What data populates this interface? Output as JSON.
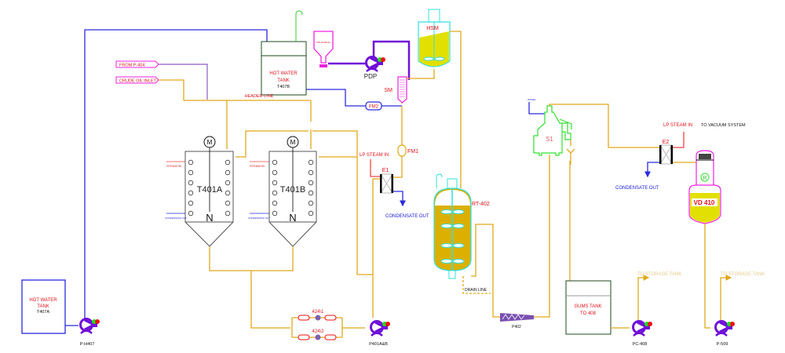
{
  "labels": {
    "hot_water_tank_b": {
      "line1": "HOT WATER",
      "line2": "TANK",
      "tag": "T407B"
    },
    "hot_water_tank_a": {
      "line1": "HOT WATER",
      "line2": "TANK",
      "tag": "T407A"
    },
    "from_p404": "FROM P-404",
    "crude_oil_inlet": "CRUDE OIL INLET",
    "header_line": "HEADER LINE",
    "tank_a": "T401A",
    "tank_b": "T401B",
    "motor": "M",
    "steam_in": "STEAM IN",
    "condensate_small": "CONDENSATE OUT",
    "valve1": "424\\1",
    "valve2": "424\\2",
    "pump_ph407": "P-H407",
    "pump_p401": "P401A&B",
    "pdp": "PDP",
    "hopper_text": "PW DOSING",
    "sm": "SM",
    "fm1": "FM1",
    "fm2": "FM2",
    "hsm": "HSM",
    "lp_steam_in_1": "LP STEAM IN",
    "e1": "E1",
    "condensate_out_1": "CONDENSATE OUT",
    "rt402": "RT-402",
    "drain_line": "DRAIN LINE",
    "p402": "P402",
    "water": "WATER",
    "s1": "S1",
    "lp_steam_in_2": "LP STEAM IN",
    "to_vacuum": "TO VACUUM SYSTEM",
    "e2": "E2",
    "condensate_out_2": "CONDENSATE OUT",
    "vd410": "VD 410",
    "r_mark": "R",
    "gums_tank": {
      "line1": "GUMS TANK",
      "line2": "TO 408"
    },
    "pump_pc408": "PC-408",
    "pump_p509": "P-509",
    "to_storage_1": "TO STORAGE TANK",
    "to_storage_2": "TO STORAGE TANK"
  },
  "colors": {
    "oil_line": "#e0a91a",
    "water_line": "#2a2ae0",
    "steam_line": "#f04545",
    "pump": "#7010d8",
    "vessel_fill": "#e2e000",
    "reactor_fill": "#dcb000",
    "reactor_outline": "#30e0e0",
    "separator": "#30e030",
    "dosing": "#f020e0"
  }
}
